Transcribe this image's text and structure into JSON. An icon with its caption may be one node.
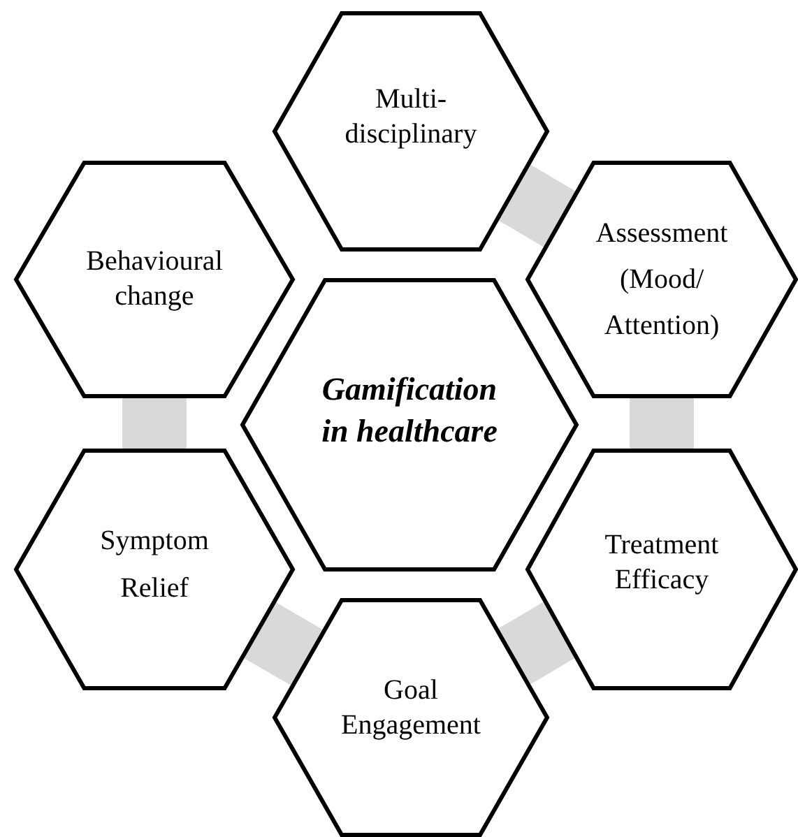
{
  "diagram": {
    "nodes": [
      {
        "text": [
          "Multi-disciplinary"
        ]
      },
      {
        "text": [
          "Behavioural change"
        ]
      },
      {
        "text": [
          "Assessment (Mood/ Attention)"
        ]
      },
      {
        "text": [
          "Gamification in healthcare"
        ]
      },
      {
        "text": [
          "Symptom Relief"
        ]
      },
      {
        "text": [
          "Treatment Efficacy"
        ]
      },
      {
        "text": [
          "Goal Engagement"
        ]
      }
    ],
    "edges": [
      {
        "from": 0,
        "to": 2,
        "arrow": "none"
      },
      {
        "from": 2,
        "to": 5,
        "arrow": "none"
      },
      {
        "from": 5,
        "to": 6,
        "arrow": "none"
      },
      {
        "from": 6,
        "to": 4,
        "arrow": "none"
      },
      {
        "from": 4,
        "to": 1,
        "arrow": "none"
      }
    ]
  }
}
